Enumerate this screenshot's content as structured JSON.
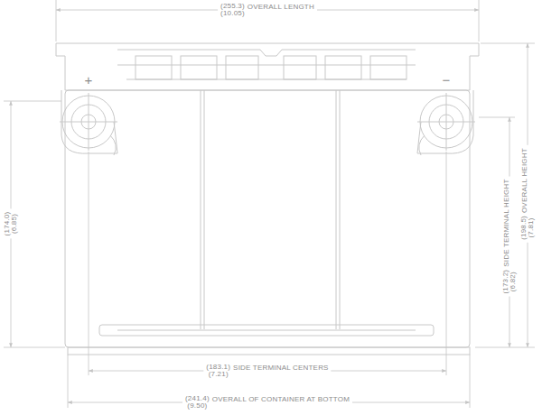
{
  "diagram": {
    "labels": [
      "(255.3)",
      "OVERALL LENGTH",
      "(10.05)",
      "(198.5)",
      "OVERALL HEIGHT",
      "(7.81)",
      "(173.2)",
      "SIDE TERMINAL HEIGHT",
      "(6.82)",
      "(174.0)",
      "(6.85)",
      "(183.1)",
      "SIDE TERMINAL CENTERS",
      "(7.21)",
      "(241.4)",
      "OVERALL OF CONTAINER AT BOTTOM",
      "(9.50)",
      "+",
      "−"
    ]
  }
}
